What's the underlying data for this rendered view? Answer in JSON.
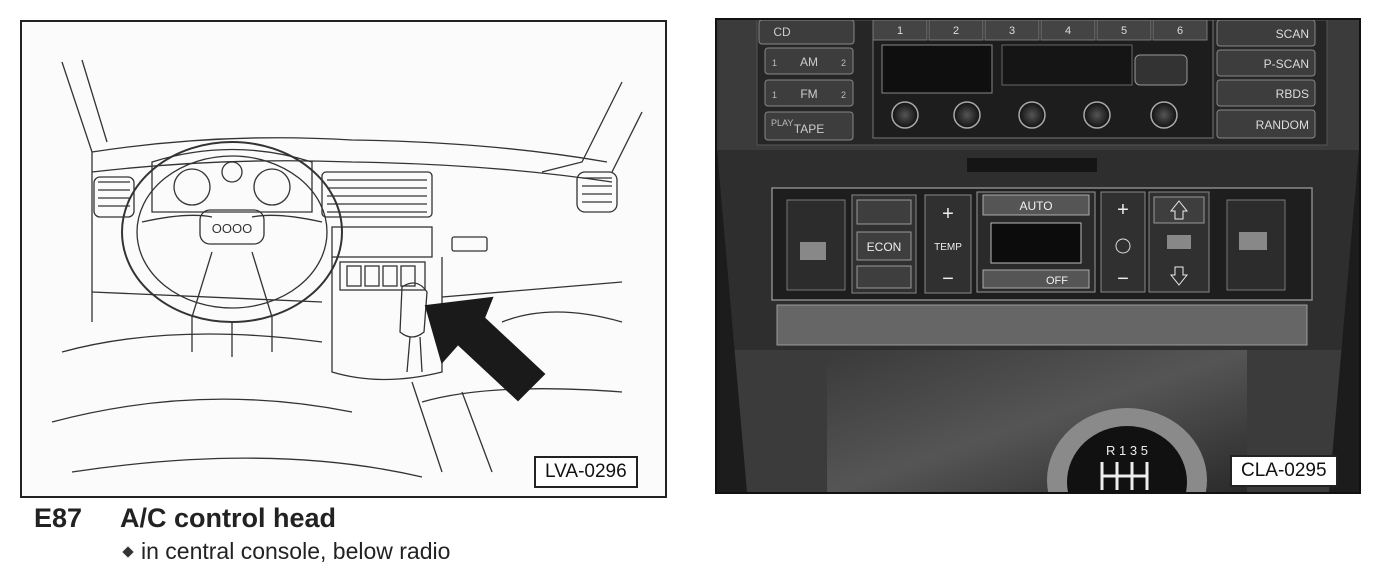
{
  "left_figure": {
    "label": "LVA-0296",
    "steering_badge": "OOOO"
  },
  "right_figure": {
    "label": "CLA-0295",
    "radio_left_buttons": [
      "CD",
      "AM",
      "FM",
      "TAPE"
    ],
    "radio_small_labels": [
      "1",
      "2",
      "1",
      "2",
      "PLAY"
    ],
    "radio_right_buttons": [
      "SCAN",
      "P-SCAN",
      "RBDS",
      "RANDOM"
    ],
    "preset_numbers": [
      "1",
      "2",
      "3",
      "4",
      "5",
      "6"
    ],
    "climate_buttons": {
      "auto": "AUTO",
      "econ": "ECON",
      "temp": "TEMP",
      "off": "OFF",
      "plus": "+",
      "minus": "−"
    },
    "shifter_pattern": "R 1 3 5"
  },
  "caption": {
    "code": "E87",
    "title": "A/C control head",
    "note": "in central console, below radio"
  }
}
